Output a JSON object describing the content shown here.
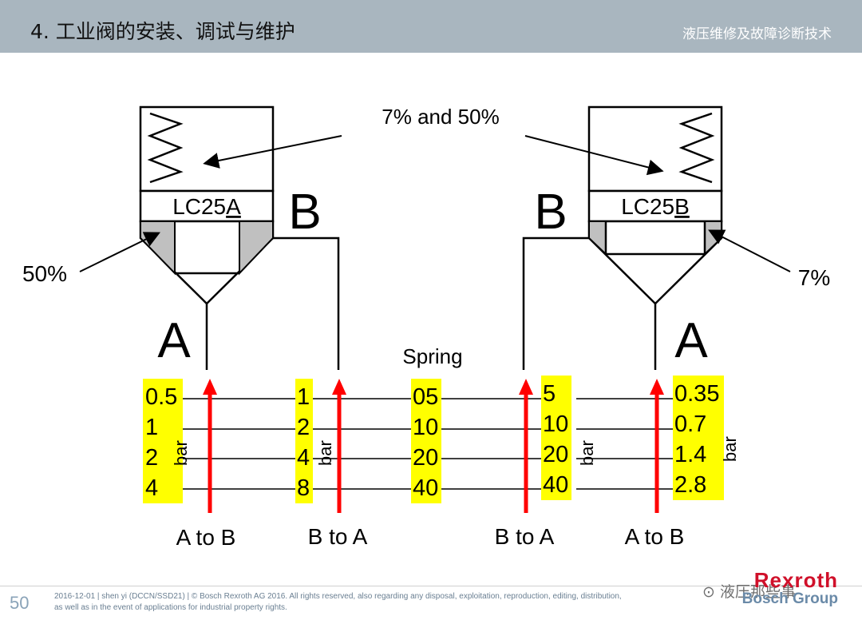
{
  "header": {
    "title": "4. 工业阀的安装、调试与维护",
    "subtitle": "液压维修及故障诊断技术"
  },
  "diagram": {
    "top_annotation": "7% and 50%",
    "left_callout": "50%",
    "right_callout": "7%",
    "left_valve": {
      "label_prefix": "LC25",
      "label_suffix": "A"
    },
    "right_valve": {
      "label_prefix": "LC25",
      "label_suffix": "B"
    },
    "port_b_left": "B",
    "port_b_right": "B",
    "port_a_left": "A",
    "port_a_right": "A",
    "spring_label": "Spring",
    "unit": "bar",
    "columns": [
      {
        "values": [
          "0.5",
          "1",
          "2",
          "4"
        ],
        "flow_label": "A to B"
      },
      {
        "values": [
          "1",
          "2",
          "4",
          "8"
        ],
        "flow_label": "B to A"
      },
      {
        "values": [
          "05",
          "10",
          "20",
          "40"
        ]
      },
      {
        "values": [
          "5",
          "10",
          "20",
          "40"
        ],
        "flow_label": "B to A"
      },
      {
        "values": [
          "0.35",
          "0.7",
          "1.4",
          "2.8"
        ],
        "flow_label": "A to B"
      }
    ],
    "colors": {
      "highlight": "#ffff00",
      "arrow": "#ff0000",
      "seat_fill": "#c0c0c0"
    }
  },
  "footer": {
    "page_number": "50",
    "line1": "2016-12-01 | shen yi (DCCN/SSD21) | © Bosch Rexroth AG 2016. All rights reserved, also regarding any disposal, exploitation, reproduction, editing, distribution,",
    "line2": "as well as in the event of applications for industrial property rights.",
    "brand_top": "Rexroth",
    "brand_bottom": "Bosch Group",
    "watermark": "液压那些事"
  }
}
